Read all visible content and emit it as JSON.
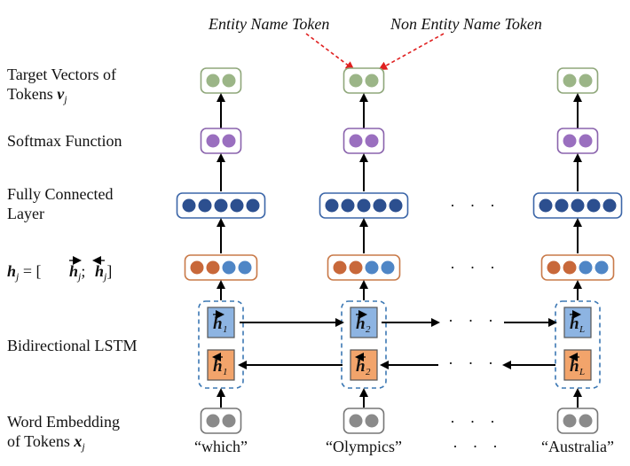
{
  "annotations": {
    "entity": "Entity Name Token",
    "non_entity": "Non Entity Name Token"
  },
  "row_labels": {
    "target_line1": "Target Vectors of",
    "target_line2": "Tokens ",
    "target_var": "v",
    "target_sub": "j",
    "softmax": "Softmax Function",
    "fc_line1": "Fully Connected",
    "fc_line2": "Layer",
    "hidden_eq_h": "h",
    "hidden_eq_sub": "j",
    "hidden_eq_rest": " = [",
    "hidden_eq_semicolon": ";",
    "hidden_eq_close": "]",
    "lstm": "Bidirectional LSTM",
    "embed_line1": "Word Embedding",
    "embed_line2": "of Tokens ",
    "embed_var": "x",
    "embed_sub": "j"
  },
  "tokens": [
    "“which”",
    "“Olympics”",
    "“Australia”"
  ],
  "lstm_subscripts": [
    "1",
    "2",
    "L"
  ],
  "ellipsis": "· · ·",
  "colors": {
    "green_dot": "#9bb587",
    "green_border": "#8fa77a",
    "purple_dot": "#9a6fbf",
    "purple_border": "#8a63ad",
    "blue_dot": "#2c4f8f",
    "blue_border": "#3c66a8",
    "orange_dot": "#c8683a",
    "light_blue_dot": "#4f86c6",
    "hidden_border": "#c97a49",
    "gray_dot": "#8a8a8a",
    "gray_border": "#777777",
    "forward_cell": "#8db4e2",
    "backward_cell": "#f2a46b",
    "dashed_border": "#3c78b4",
    "red_arrow": "#e02020"
  }
}
